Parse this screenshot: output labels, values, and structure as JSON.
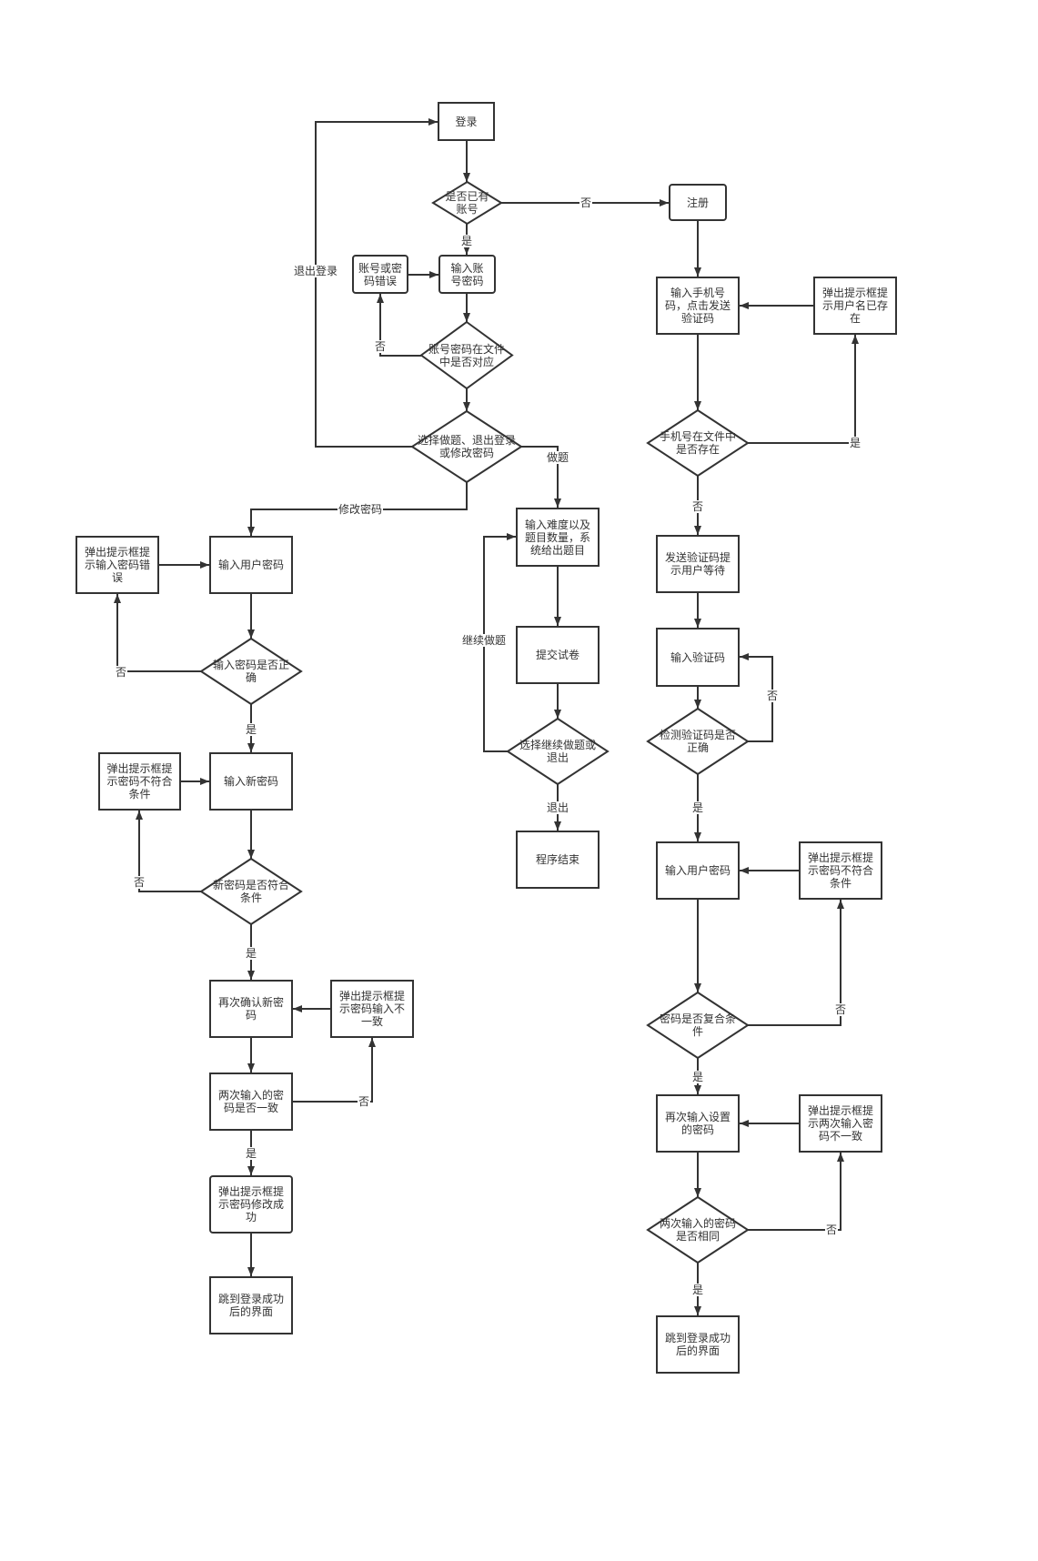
{
  "colors": {
    "stroke": "#333333",
    "fill": "#ffffff",
    "text": "#333333"
  },
  "nodes": {
    "login": "登录",
    "has_account": "是否已有\n账号",
    "register": "注册",
    "enter_account": "输入账\n号密码",
    "account_error": "账号或密\n码错误",
    "account_match": "账号密码在文件\n中是否对应",
    "choose_action": "选择做题、退出登录\n或修改密码",
    "quiz_params": "输入难度以及\n题目数量，系\n统给出题目",
    "submit_paper": "提交试卷",
    "continue_or_exit": "选择继续做题或\n退出",
    "program_end": "程序结束",
    "left_enter_password": "输入用户密码",
    "left_password_error_tip": "弹出提示框提\n示输入密码错\n误",
    "left_password_correct": "输入密码是否正\n确",
    "left_new_password": "输入新密码",
    "left_new_invalid_tip": "弹出提示框提\n示密码不符合\n条件",
    "left_new_valid": "新密码是否符合\n条件",
    "left_confirm_new": "再次确认新密\n码",
    "left_confirm_mismatch_tip": "弹出提示框提\n示密码输入不\n一致",
    "left_same_check": "两次输入的密\n码是否一致",
    "left_changed_tip": "弹出提示框提\n示密码修改成\n功",
    "left_goto_home": "跳到登录成功\n后的界面",
    "right_enter_phone": "输入手机号\n码，点击发送\n验证码",
    "right_user_exists_tip": "弹出提示框提\n示用户名已存\n在",
    "right_phone_exists": "手机号在文件中\n是否存在",
    "right_send_code": "发送验证码提\n示用户等待",
    "right_enter_code": "输入验证码",
    "right_code_correct": "检测验证码是否\n正确",
    "right_enter_password": "输入用户密码",
    "right_password_invalid_tip": "弹出提示框提\n示密码不符合\n条件",
    "right_password_valid": "密码是否复合条\n件",
    "right_reenter_password": "再次输入设置\n的密码",
    "right_reenter_mismatch_tip": "弹出提示框提\n示两次输入密\n码不一致",
    "right_same_check": "两次输入的密码\n是否相同",
    "right_goto_home": "跳到登录成功\n后的界面"
  },
  "edge_labels": {
    "no_to_register": "否",
    "yes_to_enter_account": "是",
    "no_account_error": "否",
    "logout": "退出登录",
    "do_quiz": "做题",
    "change_password": "修改密码",
    "continue_quiz": "继续做题",
    "exit": "退出",
    "left_pwd_no": "否",
    "left_pwd_yes": "是",
    "left_new_no": "否",
    "left_new_yes": "是",
    "left_same_no": "否",
    "left_same_yes": "是",
    "right_phone_yes": "是",
    "right_phone_no": "否",
    "right_code_no": "否",
    "right_code_yes": "是",
    "right_pwd_no": "否",
    "right_pwd_yes": "是",
    "right_same_no": "否",
    "right_same_yes": "是"
  }
}
